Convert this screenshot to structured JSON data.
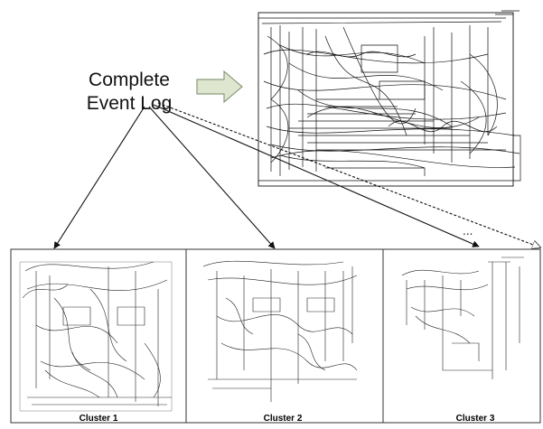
{
  "main_label": {
    "line1": "Complete",
    "line2": "Event Log"
  },
  "ellipsis": "...",
  "clusters": [
    {
      "caption": "Cluster 1"
    },
    {
      "caption": "Cluster 2"
    },
    {
      "caption": "Cluster 3"
    }
  ],
  "colors": {
    "arrow_fill": "#dfe6cf",
    "arrow_stroke": "#8a9a7a",
    "ink": "#111111",
    "frame": "#333333"
  }
}
